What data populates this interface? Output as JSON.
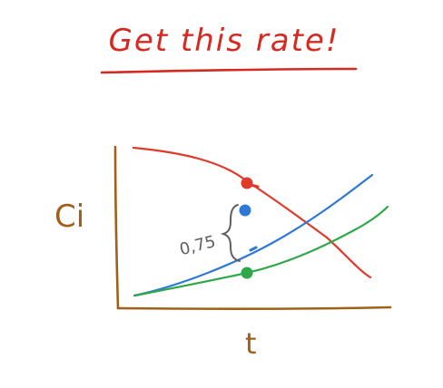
{
  "title": "Get this rate!",
  "y_axis_label": "Ci",
  "x_axis_label": "t",
  "annotation_value": "0,75",
  "colors": {
    "title": "#d42a22",
    "axes": "#a0601a",
    "red_curve": "#e03a2a",
    "blue_curve": "#2f78d6",
    "green_curve": "#2fa84a",
    "annotation": "#606060",
    "red_dot": "#e03a2a",
    "blue_dot": "#2f78d6",
    "green_dot": "#2fa84a"
  },
  "curves": [
    {
      "color": "red"
    },
    {
      "color": "blue"
    },
    {
      "color": "green"
    }
  ],
  "points": [
    {
      "color": "red"
    },
    {
      "color": "blue"
    },
    {
      "color": "green"
    }
  ]
}
